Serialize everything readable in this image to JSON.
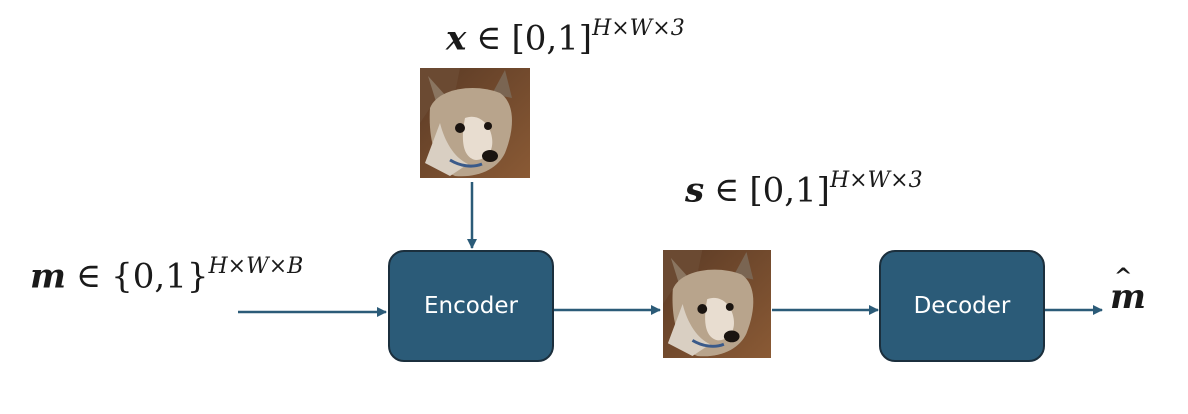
{
  "labels": {
    "x": {
      "var": "x",
      "rel": "∈",
      "set": "[0,1]",
      "exp": "H×W×3"
    },
    "s": {
      "var": "s",
      "rel": "∈",
      "set": "[0,1]",
      "exp": "H×W×3"
    },
    "m": {
      "var": "m",
      "rel": "∈",
      "set": "{0,1}",
      "exp": "H×W×B"
    },
    "m_hat": {
      "var": "m",
      "accent": "^"
    }
  },
  "blocks": {
    "encoder": "Encoder",
    "decoder": "Decoder"
  },
  "colors": {
    "block_fill": "#2b5b78",
    "block_border": "#1b2f3d",
    "arrow": "#2b5b78"
  },
  "icons": {
    "cover_image": "dog-photo",
    "stego_image": "dog-photo"
  }
}
